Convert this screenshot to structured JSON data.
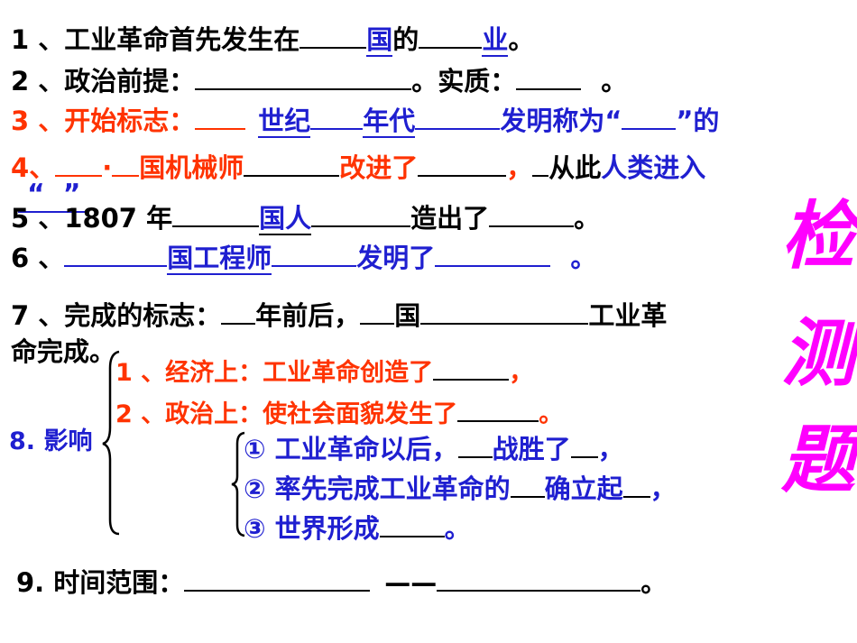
{
  "q1": {
    "prefix": "1 、工业革命首先发生在",
    "country": "国",
    "mid": "的",
    "sector": "业",
    "end": "。"
  },
  "q2": {
    "prefix": "2 、政治前提：",
    "mid": "。实质：",
    "end": "。"
  },
  "q3": {
    "prefix": "3 、开始标志：",
    "century": "世纪",
    "decade": "年代",
    "invent": "发明称为“",
    "quote_end": "”的"
  },
  "q4": {
    "num": "4",
    "sep": "、",
    "dot": "·",
    "role": "国机械师",
    "improve": "改进了",
    "comma": "，",
    "tail": "从此",
    "enter": "人类进入"
  },
  "q4b": {
    "open_quote": "“",
    "close_quote": "”"
  },
  "q5": {
    "prefix": "5 、1807 年",
    "people": "国人",
    "made": "造出了",
    "end": "。"
  },
  "q6": {
    "prefix": "6 、",
    "engineer": "国工程师",
    "invent": "发明了",
    "end": "。"
  },
  "q7": {
    "prefix": "7 、完成的标志：",
    "year": "年前后，",
    "country": "国",
    "tail": "工业革",
    "line2": "命完成。"
  },
  "q8": {
    "label": "8. 影响",
    "econ": "1 、经济上：工业革命创造了",
    "econ_end": "，",
    "pol": "2 、政治上：使社会面貌发生了",
    "pol_end": "。",
    "p1a": "① 工业革命以后，",
    "p1b": "战胜了",
    "p1c": "，",
    "p2a": "② 率先完成工业革命的",
    "p2b": "确立起",
    "p2c": "，",
    "p3a": "③ 世界形成",
    "p3b": "。"
  },
  "q9": {
    "prefix": "9. 时间范围：",
    "dash": "——",
    "end": "。"
  },
  "side_title": [
    "检",
    "测",
    "题"
  ],
  "colors": {
    "blue": "#1f1fd0",
    "red": "#ff3300",
    "magenta": "#ff00ff",
    "black": "#000000"
  }
}
